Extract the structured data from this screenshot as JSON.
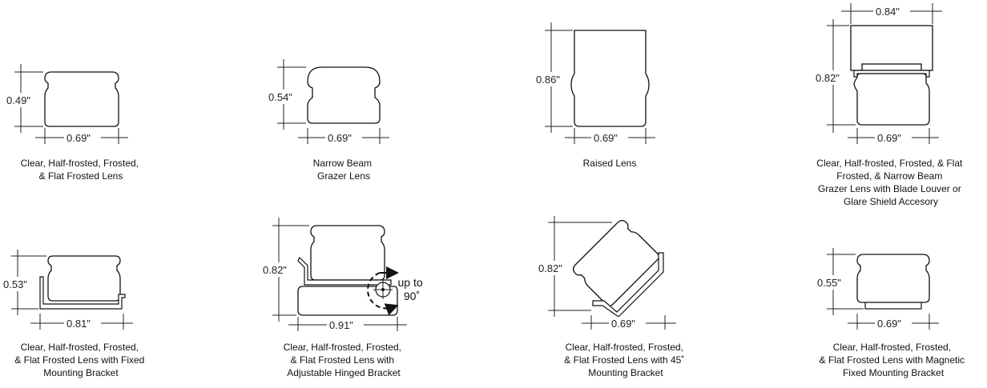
{
  "panels": [
    {
      "dims": {
        "height": "0.49\"",
        "width": "0.69\""
      },
      "caption": [
        "Clear, Half-frosted, Frosted,",
        "& Flat Frosted Lens"
      ]
    },
    {
      "dims": {
        "height": "0.54\"",
        "width": "0.69\""
      },
      "caption": [
        "Narrow Beam",
        "Grazer Lens"
      ]
    },
    {
      "dims": {
        "height": "0.86\"",
        "width": "0.69\""
      },
      "caption": [
        "Raised Lens"
      ]
    },
    {
      "dims": {
        "height": "0.82\"",
        "width": "0.69\"",
        "top_width": "0.84\""
      },
      "caption": [
        "Clear, Half-frosted, Frosted, & Flat",
        "Frosted, & Narrow Beam",
        "Grazer Lens with Blade Louver or",
        "Glare Shield Accesory"
      ]
    },
    {
      "dims": {
        "height": "0.53\"",
        "width": "0.81\""
      },
      "caption": [
        "Clear, Half-frosted, Frosted,",
        "& Flat Frosted Lens with Fixed",
        "Mounting Bracket"
      ]
    },
    {
      "dims": {
        "height": "0.82\"",
        "width": "0.91\""
      },
      "rotation_note": [
        "up to",
        "90˚"
      ],
      "caption": [
        "Clear, Half-frosted, Frosted,",
        "& Flat Frosted Lens with",
        "Adjustable Hinged Bracket"
      ]
    },
    {
      "dims": {
        "height": "0.82\"",
        "width": "0.69\""
      },
      "caption": [
        "Clear, Half-frosted, Frosted,",
        "& Flat Frosted Lens with 45˚",
        "Mounting Bracket"
      ]
    },
    {
      "dims": {
        "height": "0.55\"",
        "width": "0.69\""
      },
      "caption": [
        "Clear, Half-frosted, Frosted,",
        "& Flat Frosted Lens with Magnetic",
        "Fixed Mounting Bracket"
      ]
    }
  ]
}
